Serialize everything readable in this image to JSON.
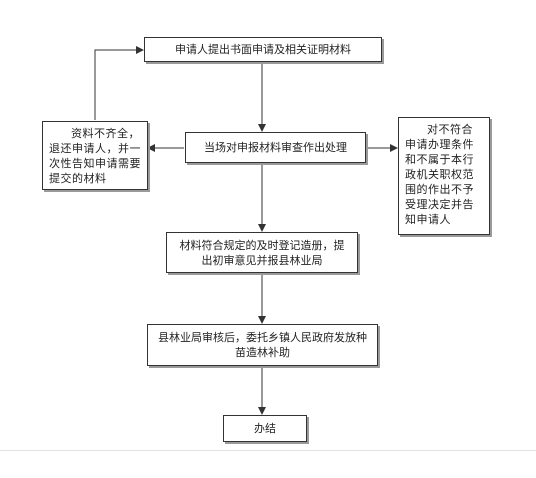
{
  "flowchart": {
    "step1": "申请人提出书面申请及相关证明材料",
    "step2": "当场对申报材料审查作出处理",
    "left_branch": "资料不齐全，退还申请人，并一次性告知申请需要提交的材料",
    "right_branch": "对不符合申请办理条件和不属于本行政机关职权范围的作出不予受理决定并告知申请人",
    "step3": "材料符合规定的及时登记造册，提出初审意见并报县林业局",
    "step4": "县林业局审核后，委托乡镇人民政府发放种苗造林补助",
    "step5": "办结"
  },
  "colors": {
    "border": "#333333",
    "shadow": "#9a9a9a",
    "text": "#222222",
    "connector": "#333333"
  }
}
